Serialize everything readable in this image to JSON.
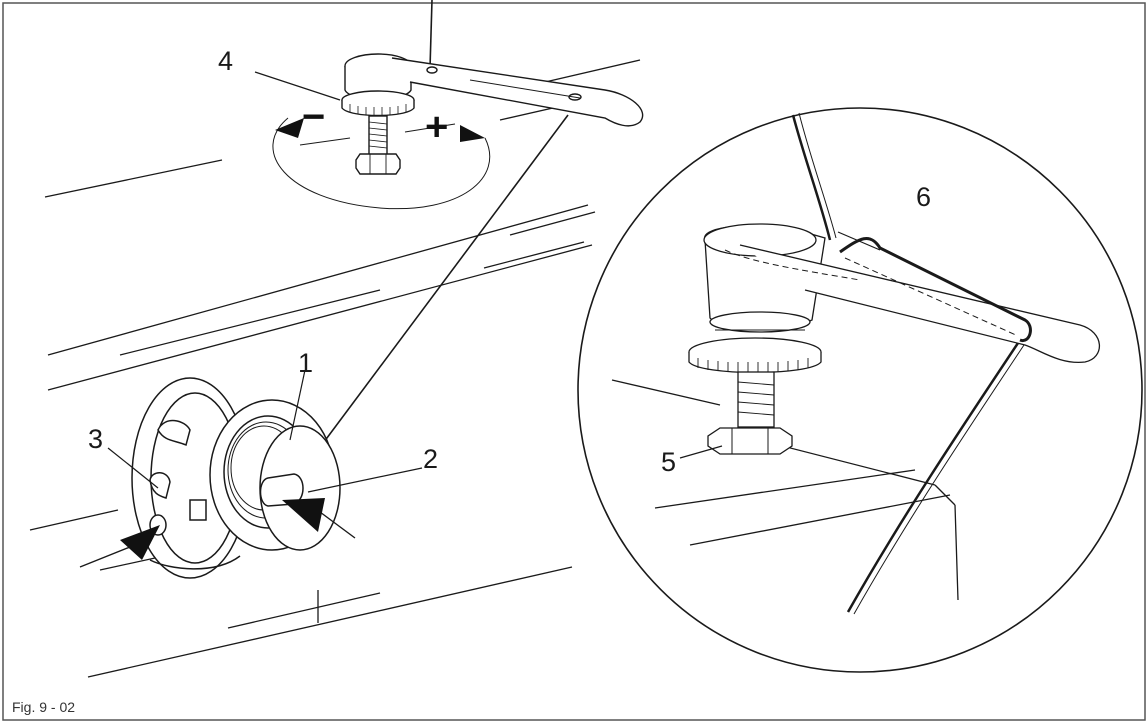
{
  "figure": {
    "caption": "Fig. 9 - 02",
    "minus_sign": "−",
    "plus_sign": "+",
    "callouts": {
      "c1": "1",
      "c2": "2",
      "c3": "3",
      "c4": "4",
      "c5": "5",
      "c6": "6"
    }
  },
  "colors": {
    "line": "#1a1a1a",
    "background": "#ffffff",
    "frame": "#555555"
  }
}
